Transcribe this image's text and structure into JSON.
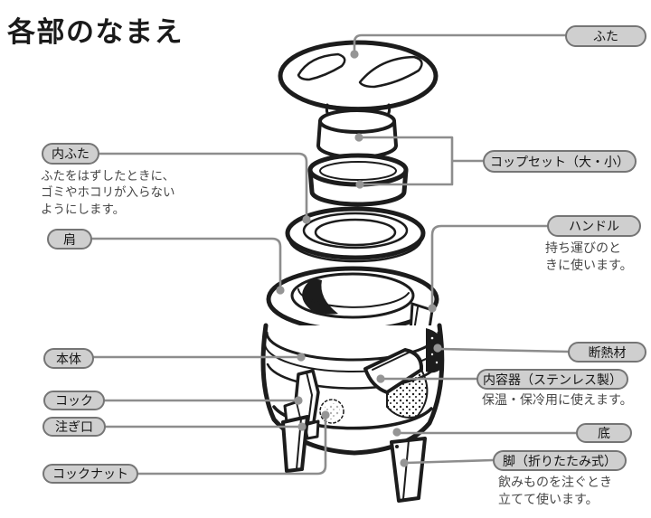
{
  "page": {
    "title": "各部のなまえ"
  },
  "colors": {
    "background": "#ffffff",
    "ink": "#1c1c1c",
    "callout_line": "#8d8d8d",
    "callout_dot": "#959595",
    "pill_fill": "#cfcfcf",
    "pill_border": "#757575",
    "note_text": "#474747"
  },
  "callouts": {
    "futa": {
      "label": "ふた"
    },
    "uchifuta": {
      "label": "内ふた",
      "desc1": "ふたをはずしたときに、",
      "desc2": "ゴミやホコリが入らない",
      "desc3": "ようにします。"
    },
    "cupset": {
      "label": "コップセット（大・小）"
    },
    "handle": {
      "label": "ハンドル",
      "desc1": "持ち運びのと",
      "desc2": "きに使います。"
    },
    "kata": {
      "label": "肩"
    },
    "hontai": {
      "label": "本体"
    },
    "dannetsuzai": {
      "label": "断熱材"
    },
    "naiyouki": {
      "label": "内容器（ステンレス製）",
      "desc1": "保温・保冷用に使えます。"
    },
    "kokku": {
      "label": "コック"
    },
    "tsugiguchi": {
      "label": "注ぎ口"
    },
    "soko": {
      "label": "底"
    },
    "kokkunatto": {
      "label": "コックナット"
    },
    "ashi": {
      "label": "脚（折りたたみ式）",
      "desc1": "飲みものを注ぐとき",
      "desc2": "立てて使います。"
    }
  }
}
